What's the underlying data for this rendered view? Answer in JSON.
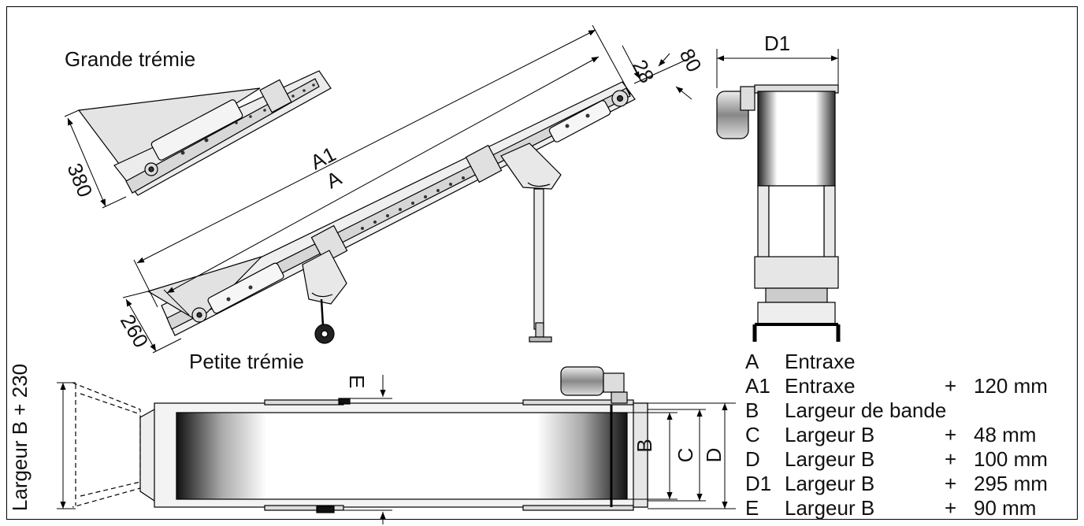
{
  "labels": {
    "grande_tremie": "Grande trémie",
    "petite_tremie": "Petite trémie",
    "largeur_b_230": "Largeur B + 230"
  },
  "dimensions": {
    "A": "A",
    "A1": "A1",
    "d28": "28",
    "d80": "80",
    "d380": "380",
    "d260": "260",
    "D1": "D1",
    "B": "B",
    "C": "C",
    "D": "D",
    "E": "E"
  },
  "legend": [
    {
      "code": "A",
      "name": "Entraxe",
      "op": "",
      "value": ""
    },
    {
      "code": "A1",
      "name": "Entraxe",
      "op": "+",
      "value": "120 mm"
    },
    {
      "code": "B",
      "name": "Largeur de bande",
      "op": "",
      "value": ""
    },
    {
      "code": "C",
      "name": "Largeur B",
      "op": "+",
      "value": "48 mm"
    },
    {
      "code": "D",
      "name": "Largeur B",
      "op": "+",
      "value": "100 mm"
    },
    {
      "code": "D1",
      "name": "Largeur B",
      "op": "+",
      "value": "295 mm"
    },
    {
      "code": "E",
      "name": "Largeur B",
      "op": "+",
      "value": "90 mm"
    }
  ]
}
